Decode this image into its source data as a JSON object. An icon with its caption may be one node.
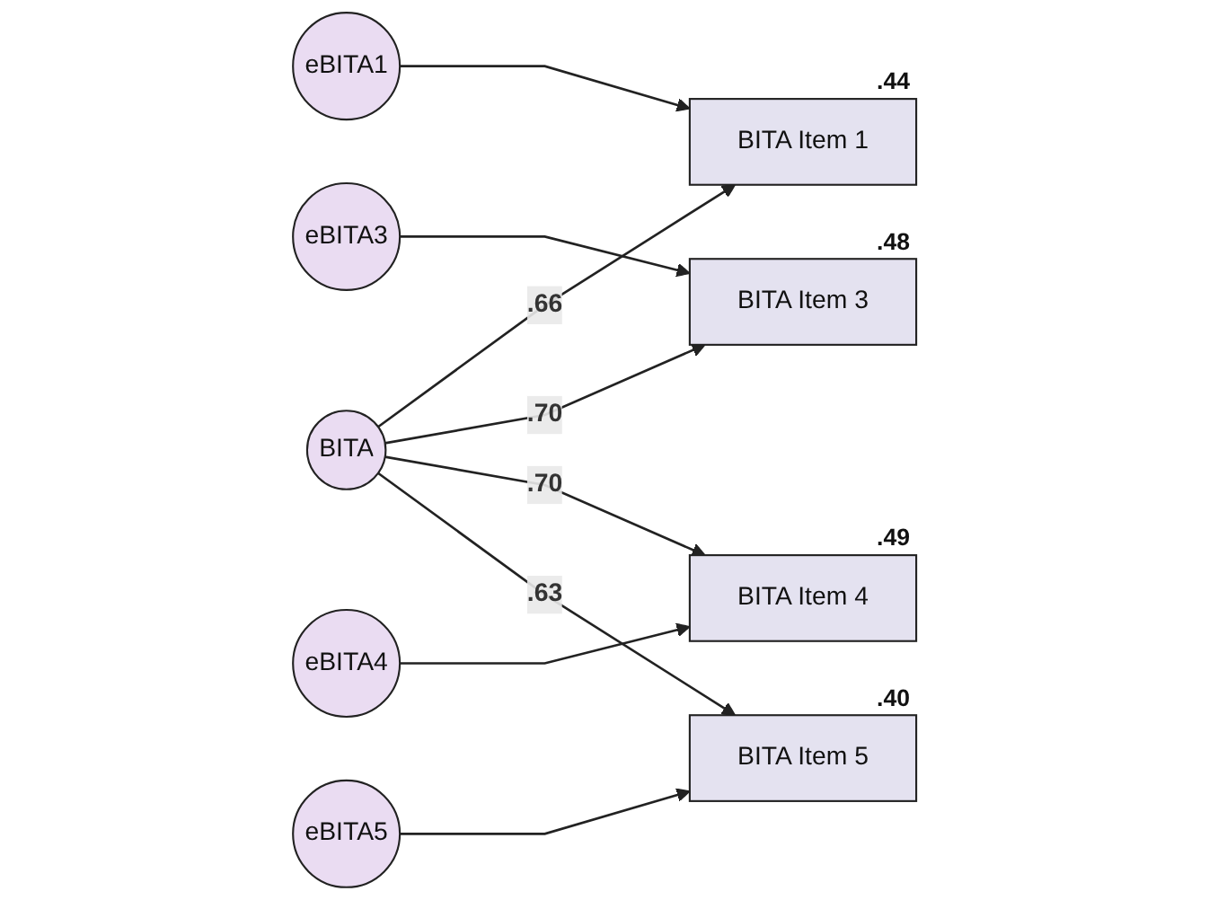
{
  "diagram": {
    "nodes": [
      {
        "text": [
          "eBITA1"
        ]
      },
      {
        "text": [
          "BITA Item 1"
        ],
        "beside": [
          ".44"
        ]
      },
      {
        "text": [
          "eBITA3"
        ]
      },
      {
        "text": [
          "BITA Item 3"
        ],
        "beside": [
          ".48"
        ]
      },
      {
        "text": [
          "eBITA4"
        ]
      },
      {
        "text": [
          "BITA Item 4"
        ],
        "beside": [
          ".49"
        ]
      },
      {
        "text": [
          "eBITA5"
        ]
      },
      {
        "text": [
          "BITA Item 5"
        ],
        "beside": [
          ".40"
        ]
      },
      {
        "text": [
          "BITA"
        ]
      }
    ],
    "edges": [
      {
        "from": 0,
        "to": 1,
        "arrow": "to"
      },
      {
        "from": 2,
        "to": 3,
        "arrow": "to"
      },
      {
        "from": 4,
        "to": 5,
        "arrow": "to"
      },
      {
        "from": 6,
        "to": 7,
        "arrow": "to"
      },
      {
        "from": 8,
        "to": 1,
        "arrow": "to",
        "label": ".66"
      },
      {
        "from": 8,
        "to": 3,
        "arrow": "to",
        "label": ".70"
      },
      {
        "from": 8,
        "to": 5,
        "arrow": "to",
        "label": ".70"
      },
      {
        "from": 8,
        "to": 7,
        "arrow": "to",
        "label": ".63"
      }
    ]
  }
}
